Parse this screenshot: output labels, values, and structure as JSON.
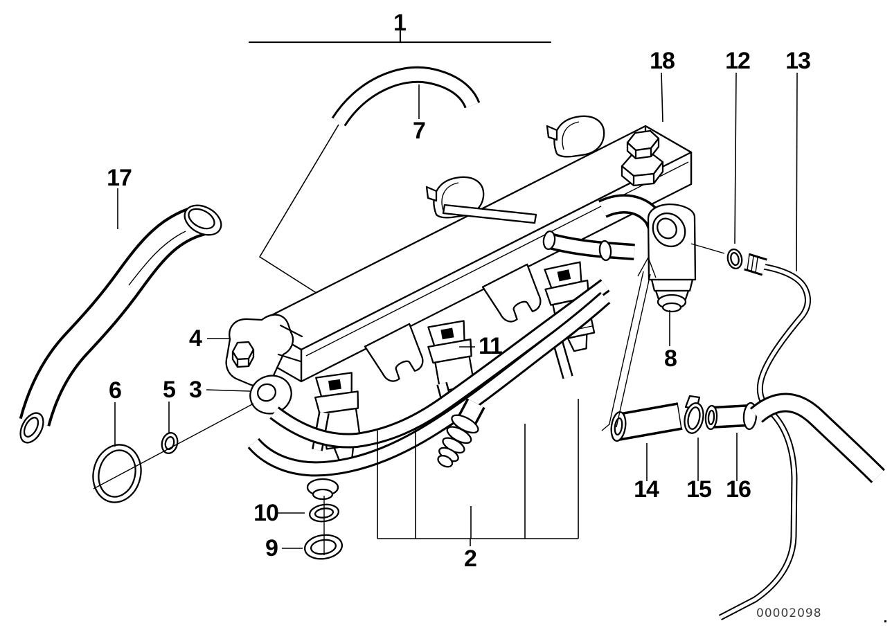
{
  "page": {
    "background": "#ffffff",
    "line_color": "#000000",
    "drawing_number_color": "#3c3c3c"
  },
  "diagram": {
    "title": "Fuel injection system - fuel rail with injection valves, exploded parts diagram",
    "drawing_number": "00002098",
    "callouts": [
      {
        "ref": "1"
      },
      {
        "ref": "2"
      },
      {
        "ref": "3"
      },
      {
        "ref": "4"
      },
      {
        "ref": "5"
      },
      {
        "ref": "6"
      },
      {
        "ref": "7"
      },
      {
        "ref": "8"
      },
      {
        "ref": "9"
      },
      {
        "ref": "10"
      },
      {
        "ref": "11"
      },
      {
        "ref": "12"
      },
      {
        "ref": "13"
      },
      {
        "ref": "14"
      },
      {
        "ref": "15"
      },
      {
        "ref": "16"
      },
      {
        "ref": "17"
      },
      {
        "ref": "18"
      }
    ]
  }
}
